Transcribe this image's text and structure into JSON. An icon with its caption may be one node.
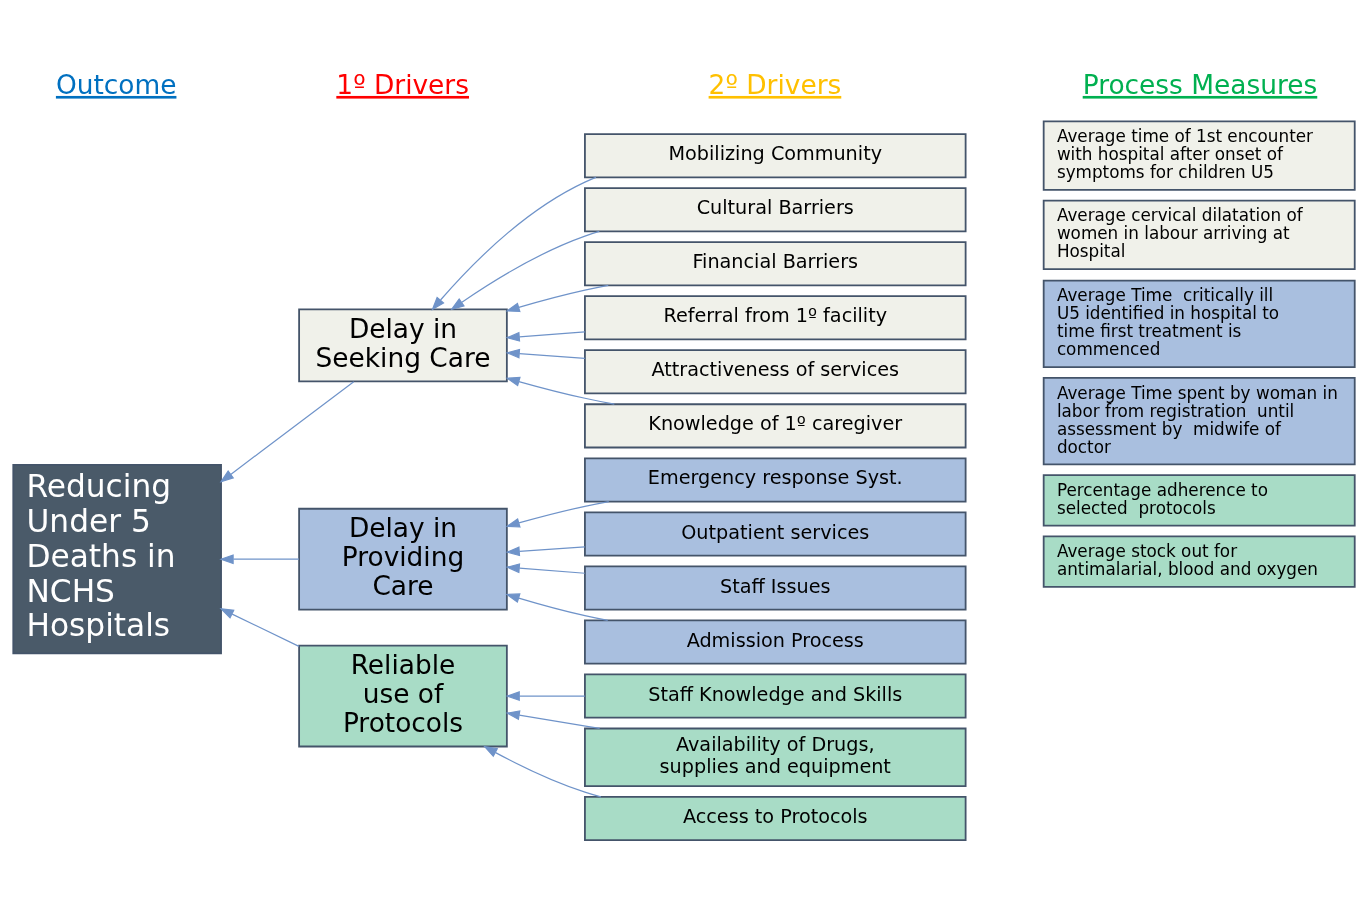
{
  "diagram": {
    "nodes": [
      {
        "text": [
          "Reducing Under 5 Deaths in NCHS Hospitals"
        ]
      },
      {
        "text": [
          "Delay in Seeking Care"
        ]
      },
      {
        "text": [
          "Delay in Providing Care"
        ]
      },
      {
        "text": [
          "Reliable use of Protocols"
        ]
      },
      {
        "text": [
          "Mobilizing Community"
        ]
      },
      {
        "text": [
          "Cultural Barriers"
        ]
      },
      {
        "text": [
          "Financial Barriers"
        ]
      },
      {
        "text": [
          "Referral from 1º facility"
        ]
      },
      {
        "text": [
          "Attractiveness of services"
        ]
      },
      {
        "text": [
          "Knowledge of 1º caregiver"
        ]
      },
      {
        "text": [
          "Emergency response Syst."
        ]
      },
      {
        "text": [
          "Outpatient services"
        ]
      },
      {
        "text": [
          "Staff Issues"
        ]
      },
      {
        "text": [
          "Admission Process"
        ]
      },
      {
        "text": [
          "Staff Knowledge and Skills"
        ]
      },
      {
        "text": [
          "Availability of Drugs, supplies and equipment"
        ]
      },
      {
        "text": [
          "Access to Protocols"
        ]
      },
      {
        "text": [
          "Average time of 1st encounter with hospital after onset of symptoms for children U5"
        ]
      },
      {
        "text": [
          "Average cervical dilatation of  women in labour arriving at Hospital"
        ]
      },
      {
        "text": [
          "Average Time  critically ill U5 identified in hospital to time first treatment is commenced"
        ]
      },
      {
        "text": [
          "Average Time spent by woman in labor from registration  until assessment by  midwife of doctor"
        ]
      },
      {
        "text": [
          "Percentage adherence to selected  protocols"
        ]
      },
      {
        "text": [
          "Average stock out for antimalarial, blood and oxygen"
        ]
      }
    ],
    "edges": [
      {
        "from": 1,
        "to": 0,
        "arrow": "to"
      },
      {
        "from": 2,
        "to": 0,
        "arrow": "to"
      },
      {
        "from": 3,
        "to": 0,
        "arrow": "to"
      },
      {
        "from": 4,
        "to": 1,
        "arrow": "to"
      },
      {
        "from": 5,
        "to": 1,
        "arrow": "to"
      },
      {
        "from": 6,
        "to": 1,
        "arrow": "to"
      },
      {
        "from": 7,
        "to": 1,
        "arrow": "to"
      },
      {
        "from": 8,
        "to": 1,
        "arrow": "to"
      },
      {
        "from": 9,
        "to": 1,
        "arrow": "to"
      },
      {
        "from": 10,
        "to": 2,
        "arrow": "to"
      },
      {
        "from": 11,
        "to": 2,
        "arrow": "to"
      },
      {
        "from": 12,
        "to": 2,
        "arrow": "to"
      },
      {
        "from": 13,
        "to": 2,
        "arrow": "to"
      },
      {
        "from": 14,
        "to": 3,
        "arrow": "to"
      },
      {
        "from": 15,
        "to": 3,
        "arrow": "to"
      },
      {
        "from": 16,
        "to": 3,
        "arrow": "to"
      }
    ],
    "labels": [
      "Outcome",
      "1º Drivers",
      "2º Drivers",
      "Process Measures"
    ]
  }
}
